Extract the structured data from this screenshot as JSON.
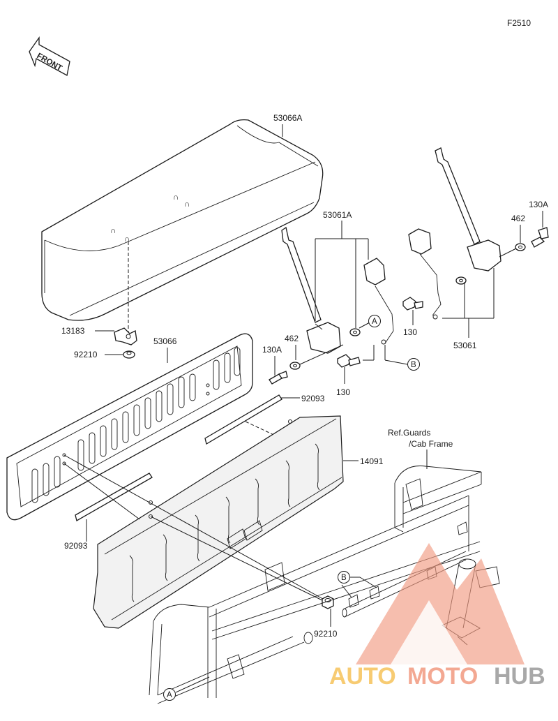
{
  "figure_code": "F2510",
  "front_indicator": "FRONT",
  "part_labels": {
    "seat_cushion": "53066A",
    "seat_back": "53066",
    "bracket": "13183",
    "nut_upper": "92210",
    "nut_lower": "92210",
    "seat_belt_left": "53061A",
    "seat_belt_right": "53061",
    "washer_left": "462",
    "washer_right": "462",
    "bolt_left": "130A",
    "bolt_right": "130A",
    "bolt_130_left": "130",
    "bolt_130_right": "130",
    "strip_upper": "92093",
    "strip_lower": "92093",
    "panel": "14091"
  },
  "reference_note": {
    "line1": "Ref.Guards",
    "line2": "/Cab Frame"
  },
  "reference_markers": {
    "a": "A",
    "b": "B"
  },
  "watermark": {
    "text_part1": "AUTO",
    "text_part2": "MOTO",
    "text_part3": "HUB",
    "color_primary": "#f29a80",
    "color_secondary": "#f6c35a",
    "color_tertiary": "#9a9a9a"
  }
}
